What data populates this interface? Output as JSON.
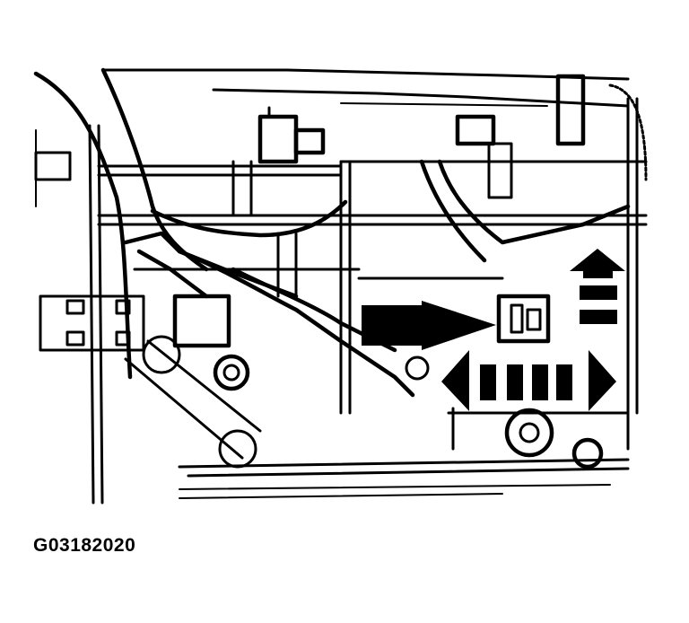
{
  "figure": {
    "code": "G03182020",
    "style": "black-and-white line drawing",
    "subject": "engine component with electrical connector",
    "annotations": [
      {
        "type": "pointer-arrow",
        "direction": "right",
        "target": "connector"
      },
      {
        "type": "direction-arrow",
        "direction": "up"
      },
      {
        "type": "direction-arrow",
        "direction": "left-right"
      }
    ]
  },
  "colors": {
    "line": "#000000",
    "background": "#ffffff"
  }
}
